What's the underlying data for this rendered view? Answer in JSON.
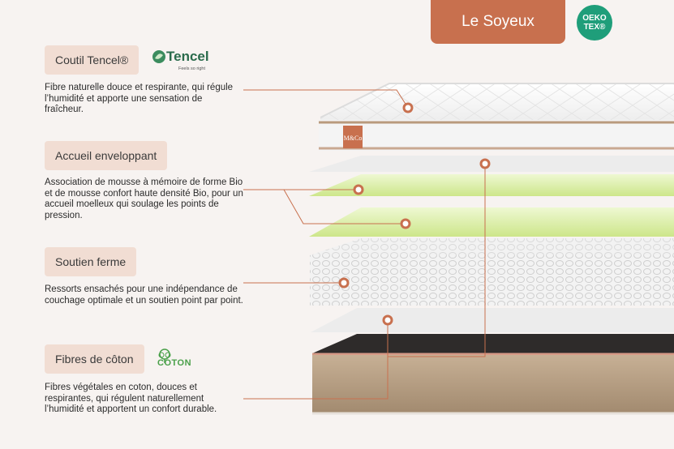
{
  "header": {
    "title": "Le Soyeux"
  },
  "badges": {
    "oeko_line1": "OEKO",
    "oeko_line2": "TEX®",
    "mattress_logo": "M&Co"
  },
  "brands": {
    "tencel": {
      "name": "Tencel",
      "tagline": "Feels so right"
    },
    "coton": {
      "name": "COTON"
    }
  },
  "layers": [
    {
      "label": "Coutil Tencel®",
      "description": "Fibre naturelle douce et respirante, qui régule l’humidité et apporte une sensation de fraîcheur."
    },
    {
      "label": "Accueil enveloppant",
      "description": "Association de mousse à mémoire de forme Bio et de mousse confort haute densité Bio, pour un accueil moelleux qui soulage les points de pression."
    },
    {
      "label": "Soutien ferme",
      "description": "Ressorts ensachés pour une indépendance de couchage optimale et un soutien point par point."
    },
    {
      "label": "Fibres de côton",
      "description": "Fibres végétales en coton, douces et respirantes, qui régulent naturellement l’humidité et apportent un confort durable."
    }
  ],
  "colors": {
    "accent": "#c8704e",
    "label_bg": "#f1ddd3",
    "oeko": "#1f9e7a",
    "foam_green": "#d6ef9c",
    "base": "#b29a7f"
  }
}
